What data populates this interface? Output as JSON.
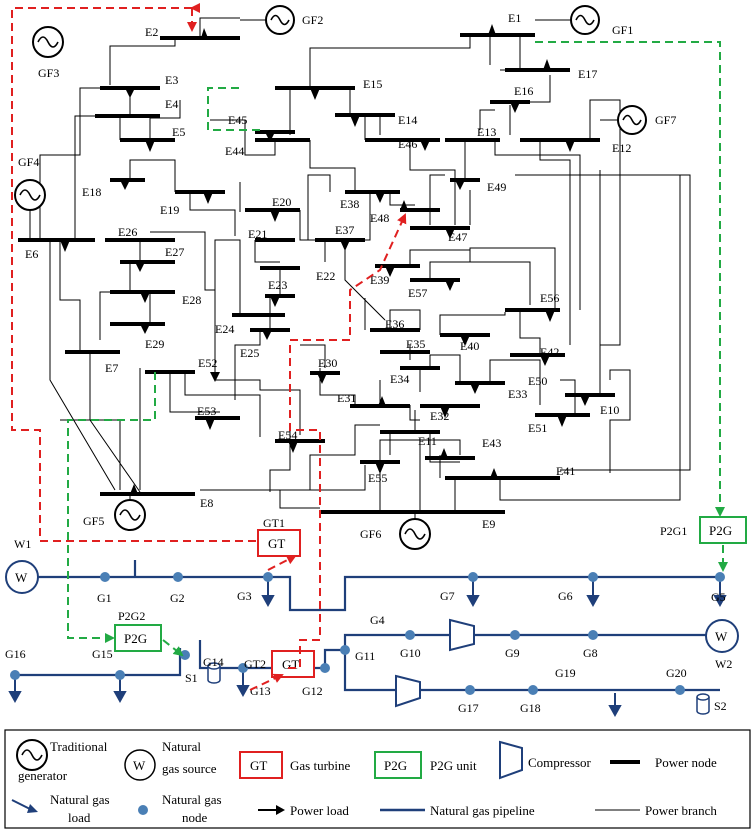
{
  "power_nodes": {
    "E1": "E1",
    "E2": "E2",
    "E3": "E3",
    "E4": "E4",
    "E5": "E5",
    "E6": "E6",
    "E7": "E7",
    "E8": "E8",
    "E9": "E9",
    "E10": "E10",
    "E11": "E11",
    "E12": "E12",
    "E13": "E13",
    "E14": "E14",
    "E15": "E15",
    "E16": "E16",
    "E17": "E17",
    "E18": "E18",
    "E19": "E19",
    "E20": "E20",
    "E21": "E21",
    "E22": "E22",
    "E23": "E23",
    "E24": "E24",
    "E25": "E25",
    "E26": "E26",
    "E27": "E27",
    "E28": "E28",
    "E29": "E29",
    "E30": "E30",
    "E31": "E31",
    "E32": "E32",
    "E33": "E33",
    "E34": "E34",
    "E35": "E35",
    "E36": "E36",
    "E37": "E37",
    "E38": "E38",
    "E39": "E39",
    "E40": "E40",
    "E41": "E41",
    "E42": "E42",
    "E43": "E43",
    "E44": "E44",
    "E45": "E45",
    "E46": "E46",
    "E47": "E47",
    "E48": "E48",
    "E49": "E49",
    "E50": "E50",
    "E51": "E51",
    "E52": "E52",
    "E53": "E53",
    "E54": "E54",
    "E55": "E55",
    "E56": "E56",
    "E57": "E57"
  },
  "generators": {
    "GF1": "GF1",
    "GF2": "GF2",
    "GF3": "GF3",
    "GF4": "GF4",
    "GF5": "GF5",
    "GF6": "GF6",
    "GF7": "GF7"
  },
  "gas_nodes": {
    "G1": "G1",
    "G2": "G2",
    "G3": "G3",
    "G4": "G4",
    "G5": "G5",
    "G6": "G6",
    "G7": "G7",
    "G8": "G8",
    "G9": "G9",
    "G10": "G10",
    "G11": "G11",
    "G12": "G12",
    "G13": "G13",
    "G14": "G14",
    "G15": "G15",
    "G16": "G16",
    "G17": "G17",
    "G18": "G18",
    "G19": "G19",
    "G20": "G20"
  },
  "gas_sources": {
    "W1": "W1",
    "W2": "W2",
    "symbol": "W"
  },
  "storage": {
    "S1": "S1",
    "S2": "S2"
  },
  "units": {
    "GT1": "GT1",
    "GT2": "GT2",
    "GT": "GT",
    "P2G1": "P2G1",
    "P2G2": "P2G2",
    "P2G": "P2G"
  },
  "colors": {
    "power": "#000000",
    "gas_pipeline": "#1f3f7a",
    "gas_node": "#4a7fb5",
    "gas_turbine": "#e02020",
    "p2g": "#22aa44"
  },
  "legend": {
    "traditional_generator": "Traditional generator",
    "traditional_generator_l1": "Traditional",
    "traditional_generator_l2": "generator",
    "gas_source_l1": "Natural",
    "gas_source_l2": "gas source",
    "gas_turbine": "Gas turbine",
    "p2g_unit": "P2G unit",
    "compressor": "Compressor",
    "power_node": "Power node",
    "gas_load_l1": "Natural gas",
    "gas_load_l2": "load",
    "gas_node_l1": "Natural gas",
    "gas_node_l2": "node",
    "power_load": "Power load",
    "gas_pipeline": "Natural gas pipeline",
    "power_branch": "Power branch"
  }
}
